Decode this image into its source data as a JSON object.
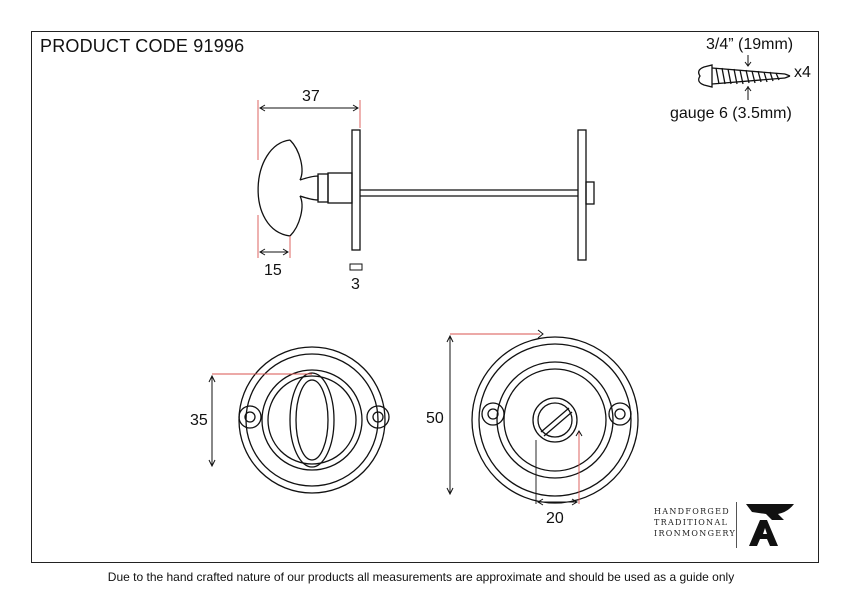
{
  "header": {
    "product_code": "PRODUCT CODE 91996"
  },
  "screw": {
    "length": "3/4” (19mm)",
    "gauge": "gauge 6 (3.5mm)",
    "quantity": "x4"
  },
  "dimensions": {
    "knob_length": "37",
    "knob_depth": "15",
    "plate_thickness": "3",
    "turn_height": "35",
    "rose_diameter": "50",
    "release_width": "20"
  },
  "brand": {
    "line1": "HANDFORGED",
    "line2": "TRADITIONAL",
    "line3": "IRONMONGERY"
  },
  "footer": {
    "disclaimer": "Due to the hand crafted nature of our products all measurements are approximate and should be used as a guide only"
  },
  "colors": {
    "line": "#111111",
    "dimension_line": "#d9534f"
  }
}
